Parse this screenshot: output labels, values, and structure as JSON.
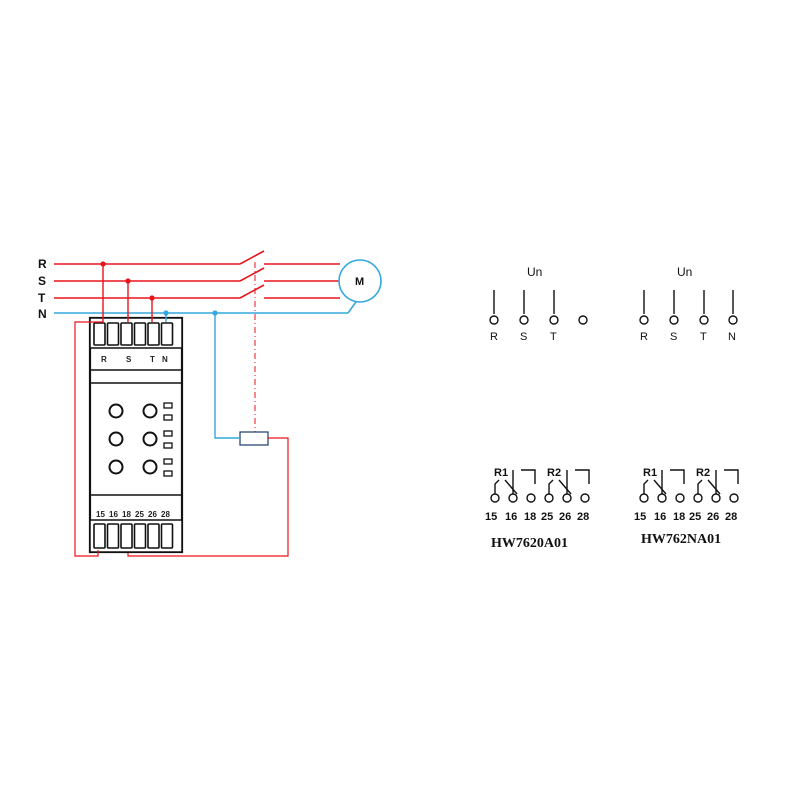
{
  "colors": {
    "phase_line": "#e8141c",
    "neutral_line": "#35a8dc",
    "ink": "#111111",
    "control_dash": "#e8141c"
  },
  "wiring": {
    "phase_labels": [
      "R",
      "S",
      "T",
      "N"
    ],
    "motor_label": "M",
    "input_terminal_labels": [
      "R",
      "S",
      "T",
      "N"
    ],
    "output_terminal_labels": [
      "15",
      "16",
      "18",
      "25",
      "26",
      "28"
    ],
    "indicator_count": 6,
    "led_count": 6
  },
  "model_a": {
    "supply_label": "Un",
    "supply_pins": [
      "R",
      "S",
      "T",
      ""
    ],
    "relay1_label": "R1",
    "relay2_label": "R2",
    "contact_numbers": [
      "15",
      "16",
      "18",
      "25",
      "26",
      "28"
    ],
    "model_name": "HW7620A01"
  },
  "model_b": {
    "supply_label": "Un",
    "supply_pins": [
      "R",
      "S",
      "T",
      "N"
    ],
    "relay1_label": "R1",
    "relay2_label": "R2",
    "contact_numbers": [
      "15",
      "16",
      "18",
      "25",
      "26",
      "28"
    ],
    "model_name": "HW762NA01"
  }
}
